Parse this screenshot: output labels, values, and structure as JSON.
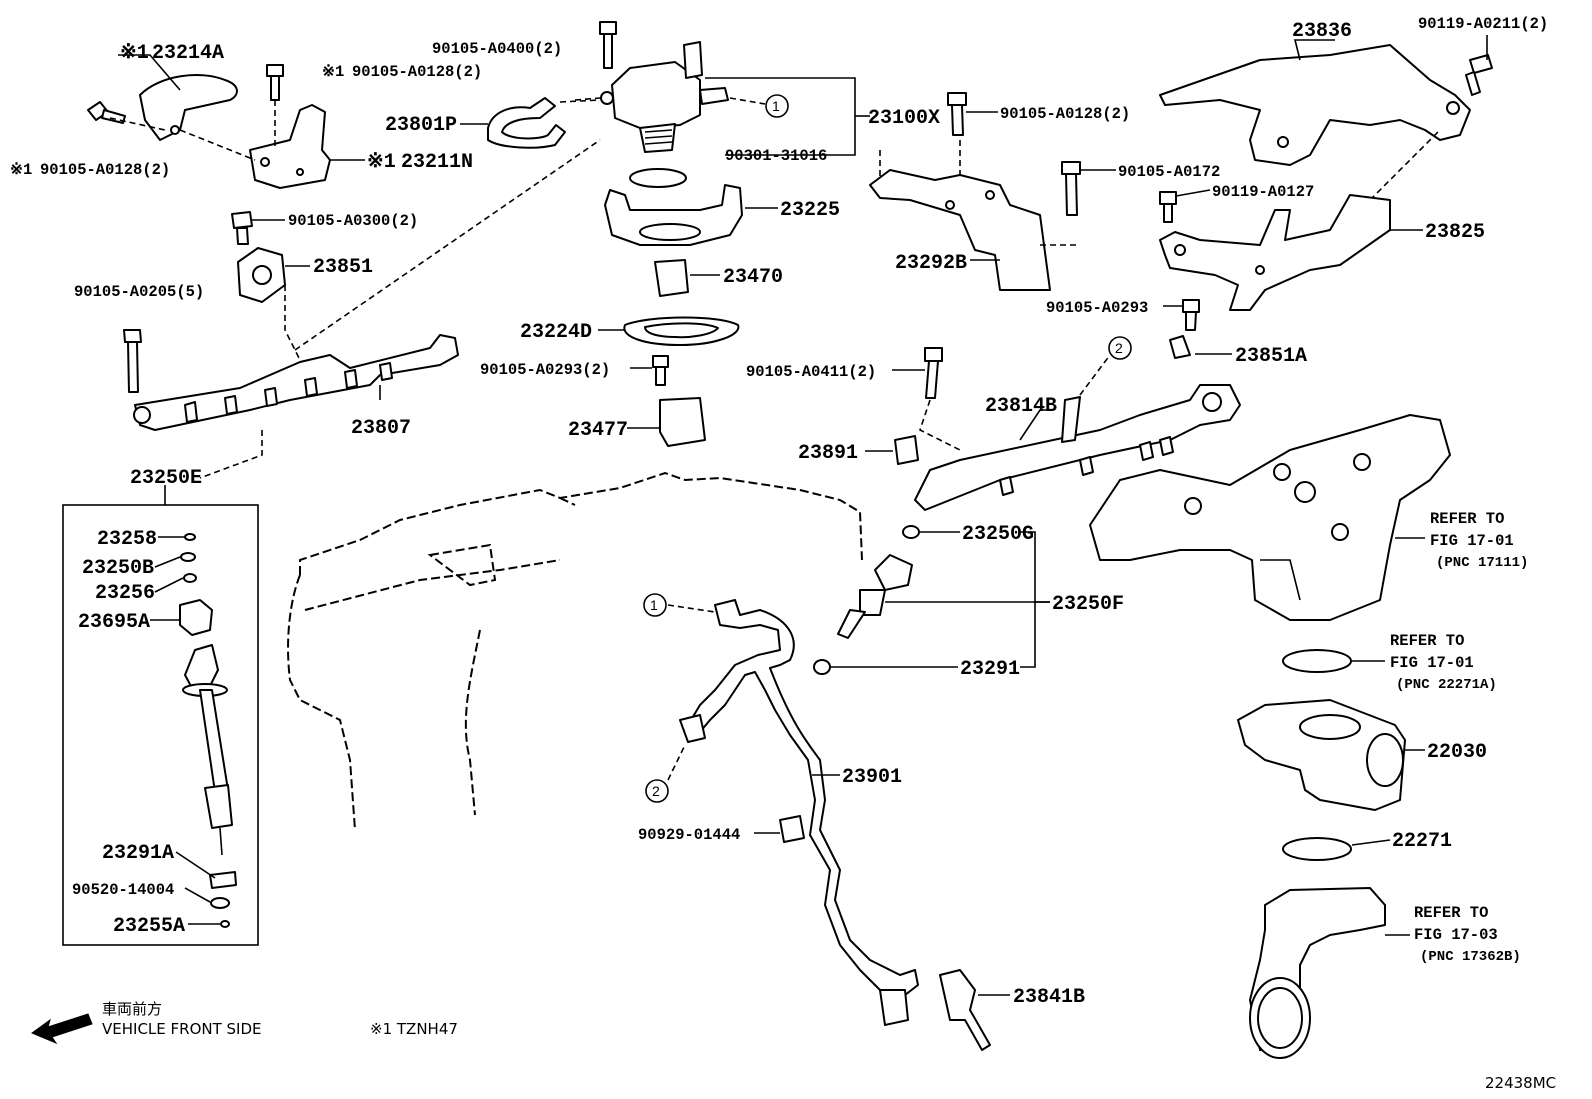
{
  "labels": {
    "p23214A": "23214A",
    "p90105_A0128_a": "90105-A0128(2)",
    "p90105_A0128_b": "90105-A0128(2)",
    "p23211N": "23211N",
    "p90105_A0400": "90105-A0400(2)",
    "p23801P": "23801P",
    "p23100X": "23100X",
    "p90301_31016": "90301-31016",
    "p90105_A0128_c": "90105-A0128(2)",
    "p23836": "23836",
    "p90119_A0211": "90119-A0211(2)",
    "p90105_A0172": "90105-A0172",
    "p90119_A0127": "90119-A0127",
    "p23825": "23825",
    "p23225": "23225",
    "p90105_A0300": "90105-A0300(2)",
    "p23851": "23851",
    "p23292B": "23292B",
    "p23470": "23470",
    "p90105_A0205": "90105-A0205(5)",
    "p90105_A0293_a": "90105-A0293",
    "p23851A": "23851A",
    "p23224D": "23224D",
    "p90105_A0293_b": "90105-A0293(2)",
    "p90105_A0411": "90105-A0411(2)",
    "p23807": "23807",
    "p23814B": "23814B",
    "p23477": "23477",
    "p23891": "23891",
    "p23250E": "23250E",
    "p23258": "23258",
    "p23250G": "23250G",
    "p23250B": "23250B",
    "p23256": "23256",
    "p23695A": "23695A",
    "p23250F": "23250F",
    "p23291": "23291",
    "p23901": "23901",
    "p22030": "22030",
    "p90929_01444": "90929-01444",
    "p22271": "22271",
    "p23291A": "23291A",
    "p90520_14004": "90520-14004",
    "p23255A": "23255A",
    "p23841B": "23841B"
  },
  "refer_notes": [
    {
      "line1": "REFER TO",
      "line2": "FIG 17-01",
      "line3": "(PNC 17111)"
    },
    {
      "line1": "REFER TO",
      "line2": "FIG 17-01",
      "line3": "(PNC 22271A)"
    },
    {
      "line1": "REFER TO",
      "line2": "FIG 17-03",
      "line3": "(PNC 17362B)"
    }
  ],
  "markers": {
    "note_mark": "※1",
    "circle_1": "1",
    "circle_2": "2"
  },
  "legend": {
    "front_jp": "車両前方",
    "front_en": "VEHICLE FRONT SIDE",
    "note_text": "※1 TZNH47"
  },
  "diagram_id": "22438MC"
}
